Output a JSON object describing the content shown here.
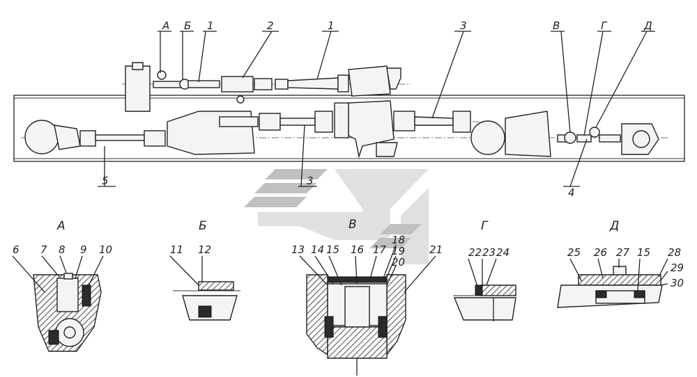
{
  "main_view": {
    "callouts_top": [
      "А",
      "Б",
      "1",
      "2",
      "1",
      "3",
      "В",
      "Г",
      "Д"
    ],
    "callouts_bottom": [
      "5",
      "3",
      "4"
    ]
  },
  "details": [
    {
      "title": "А",
      "labels": [
        "6",
        "7",
        "8",
        "9",
        "10"
      ]
    },
    {
      "title": "Б",
      "labels": [
        "11",
        "12"
      ]
    },
    {
      "title": "В",
      "labels": [
        "13",
        "14",
        "15",
        "16",
        "17",
        "18",
        "19",
        "20",
        "21"
      ]
    },
    {
      "title": "Г",
      "labels": [
        "22",
        "23",
        "24"
      ]
    },
    {
      "title": "Д",
      "labels": [
        "25",
        "26",
        "27",
        "15",
        "28",
        "29",
        "30"
      ]
    }
  ],
  "colors": {
    "watermark_dark": "#8e8e8e",
    "watermark_light": "#c8c8c8",
    "line": "#222222"
  }
}
